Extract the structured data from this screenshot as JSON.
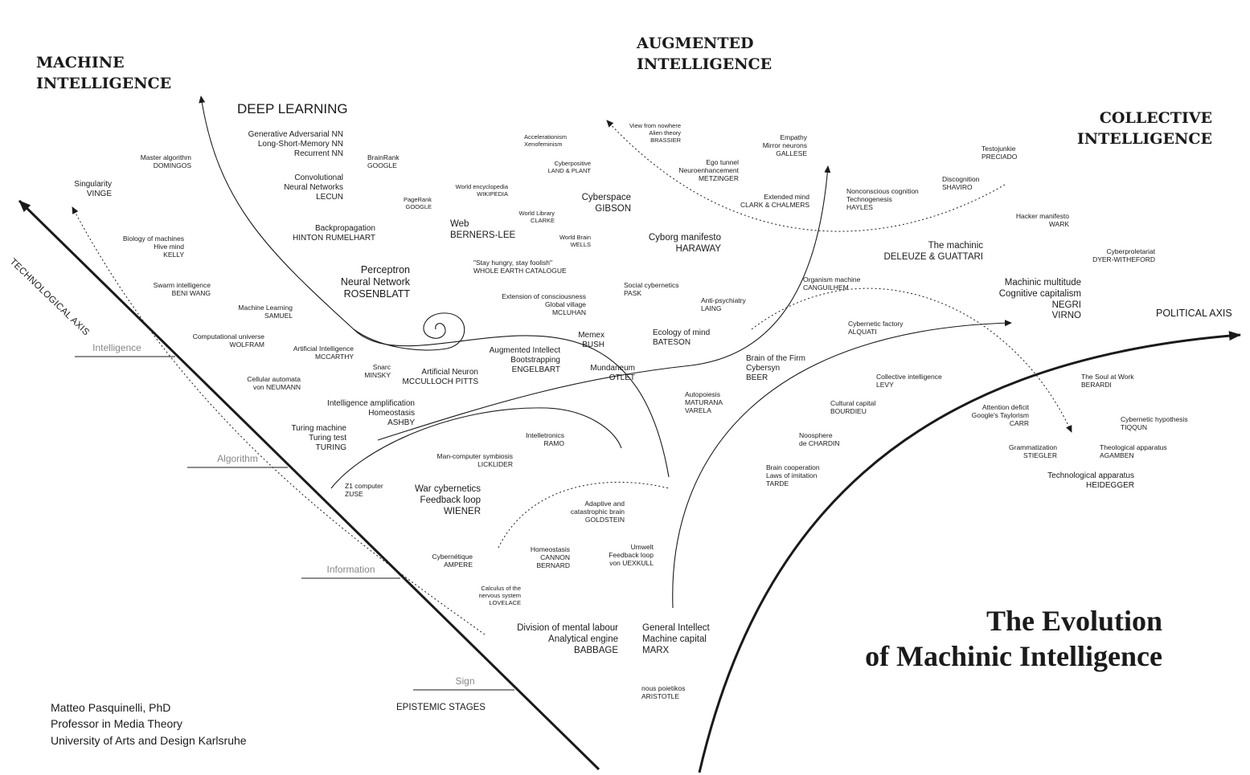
{
  "headings": {
    "machine": "MACHINE\nINTELLIGENCE",
    "augmented": "AUGMENTED\nINTELLIGENCE",
    "collective": "COLLECTIVE\nINTELLIGENCE",
    "deep_learning": "DEEP LEARNING",
    "tech_axis": "TECHNOLOGICAL AXIS",
    "political_axis": "POLITICAL AXIS",
    "epistemic": "EPISTEMIC STAGES"
  },
  "title": "The Evolution\nof Machinic Intelligence",
  "author": "Matteo Pasquinelli, PhD\nProfessor in Media Theory\nUniversity of Arts and Design Karlsruhe",
  "stages": {
    "intelligence": "Intelligence",
    "algorithm": "Algorithm",
    "information": "Information",
    "sign": "Sign"
  },
  "nodes": {
    "gan": "Generative Adversarial NN\nLong-Short-Memory NN\nRecurrent NN",
    "master_algorithm": "Master algorithm\nDOMINGOS",
    "singularity": "Singularity\nVINGE",
    "convolutional": "Convolutional\nNeural Networks\nLECUN",
    "brainrank": "BrainRank\nGOOGLE",
    "pagerank": "PageRank\nGOOGLE",
    "backprop": "Backpropagation\nHINTON RUMELHART",
    "biology": "Biology of machines\nHive mind\nKELLY",
    "swarm": "Swarm intelligence\nBENI WANG",
    "perceptron": "Perceptron\nNeural Network\nROSENBLATT",
    "machine_learning": "Machine Learning\nSAMUEL",
    "comp_universe": "Computational universe\nWOLFRAM",
    "ai": "Artificial Intelligence\nMCCARTHY",
    "snarc": "Snarc\nMINSKY",
    "artificial_neuron": "Artificial Neuron\nMCCULLOCH PITTS",
    "cellular": "Cellular automata\nvon NEUMANN",
    "intel_amp": "Intelligence amplification\nHomeostasis\nASHBY",
    "turing": "Turing machine\nTuring test\nTURING",
    "z1": "Z1 computer\nZUSE",
    "war_cyb": "War cybernetics\nFeedback loop\nWIENER",
    "man_computer": "Man-computer symbiosis\nLICKLIDER",
    "intelletronics": "Intelletronics\nRAMO",
    "cybernetique": "Cybernétique\nAMPERE",
    "calculus": "Calculus of the\nnervous system\nLOVELACE",
    "homeostasis": "Homeostasis\nCANNON\nBERNARD",
    "adaptive": "Adaptive and\ncatastrophic brain\nGOLDSTEIN",
    "umwelt": "Umwelt\nFeedback loop\nvon UEXKULL",
    "division": "Division of mental labour\nAnalytical engine\nBABBAGE",
    "general_intellect": "General Intellect\nMachine capital\nMARX",
    "nous": "nous poietikos\nARISTOTLE",
    "accelerationism": "Accelerationism\nXenofeminism",
    "cyberpositive": "Cyberpositive\nLAND & PLANT",
    "world_encyc": "World encyclopedia\nWIKIPEDIA",
    "world_library": "World Library\nCLARKE",
    "world_brain": "World Brain\nWELLS",
    "web": "Web\nBERNERS-LEE",
    "cyberspace": "Cyberspace\nGIBSON",
    "stay_hungry": "\"Stay hungry, stay foolish\"\nWHOLE EARTH CATALOGUE",
    "extension": "Extension of consciousness\nGlobal village\nMCLUHAN",
    "memex": "Memex\nBUSH",
    "aug_intellect": "Augmented Intellect\nBootstrapping\nENGELBART",
    "mundaneum": "Mundaneum\nOTLET",
    "view_nowhere": "View from nowhere\nAlien theory\nBRASSIER",
    "empathy": "Empathy\nMirror neurons\nGALLESE",
    "ego_tunnel": "Ego tunnel\nNeuroenhancement\nMETZINGER",
    "extended_mind": "Extended mind\nCLARK & CHALMERS",
    "cyborg": "Cyborg manifesto\nHARAWAY",
    "social_cyb": "Social cybernetics\nPASK",
    "anti_psych": "Anti-psychiatry\nLAING",
    "ecology": "Ecology of mind\nBATESON",
    "nonconscious": "Nonconscious cognition\nTechnogenesis\nHAYLES",
    "testojunkie": "Testojunkie\nPRECIADO",
    "discognition": "Discognition\nSHAVIRO",
    "hacker": "Hacker manifesto\nWARK",
    "machinic": "The machinic\nDELEUZE & GUATTARI",
    "cyberproletariat": "Cyberproletariat\nDYER-WITHEFORD",
    "organism": "Organism machine\nCANGUILHEM",
    "machinic_multitude": "Machinic multitude\nCognitive capitalism\nNEGRI\nVIRNO",
    "cyb_factory": "Cybernetic factory\nALQUATI",
    "brain_firm": "Brain of the Firm\nCybersyn\nBEER",
    "collective_intel": "Collective intelligence\nLEVY",
    "soul_work": "The Soul at Work\nBERARDI",
    "autopoiesis": "Autopoiesis\nMATURANA\nVARELA",
    "cultural_capital": "Cultural capital\nBOURDIEU",
    "attention": "Attention deficit\nGoogle's Taylorism\nCARR",
    "cyb_hypothesis": "Cybernetic hypothesis\nTIQQUN",
    "noosphere": "Noosphere\nde CHARDIN",
    "grammatization": "Grammatization\nSTIEGLER",
    "theological": "Theological apparatus\nAGAMBEN",
    "brain_coop": "Brain cooperation\nLaws of imitation\nTARDE",
    "technological_app": "Technological apparatus\nHEIDEGGER"
  }
}
